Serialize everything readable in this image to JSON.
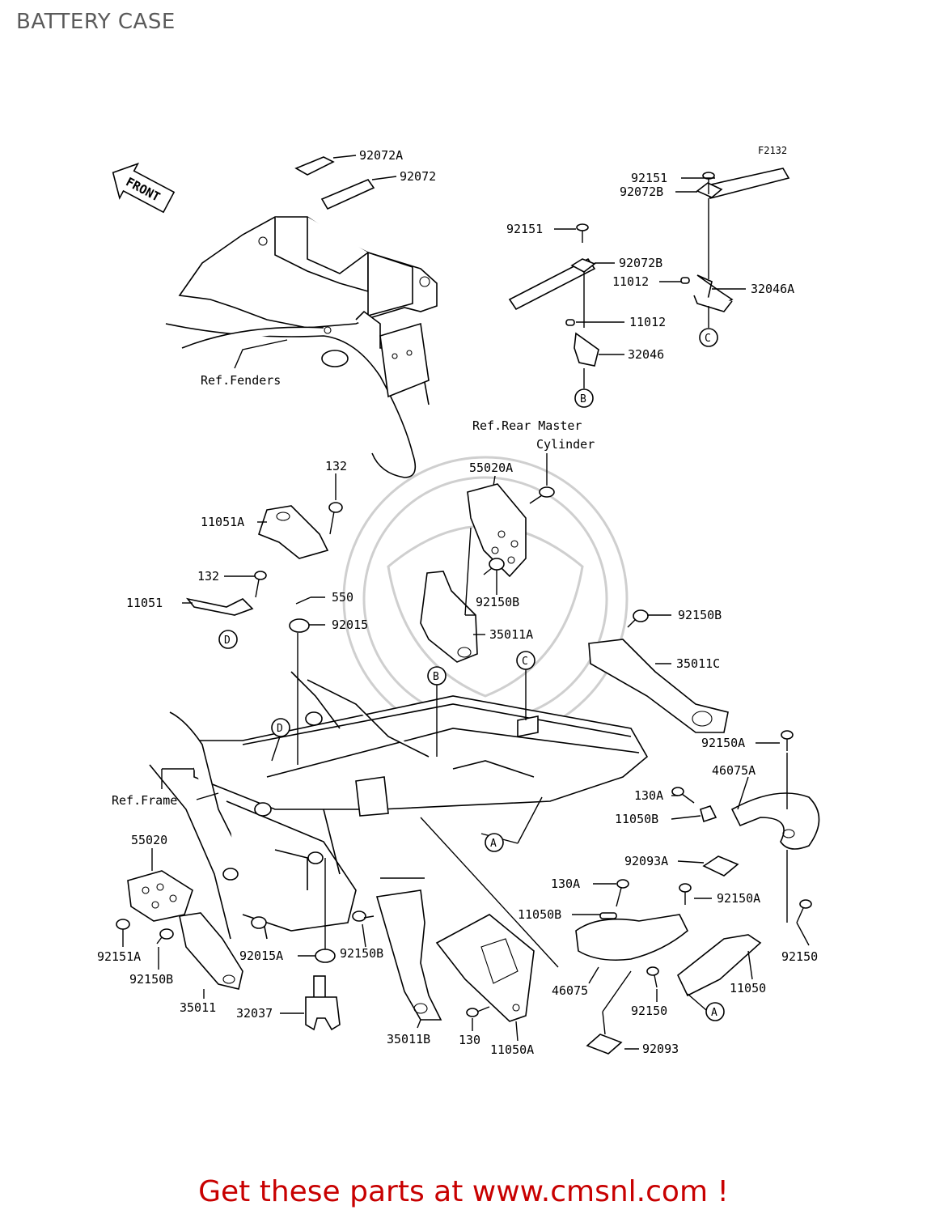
{
  "page_title": "BATTERY CASE",
  "figure_code": "F2132",
  "front_arrow_label": "FRONT",
  "footer_text": "Get these parts at www.cmsnl.com !",
  "ref_labels": {
    "fenders": "Ref.Fenders",
    "rear_master_1": "Ref.Rear Master",
    "rear_master_2": "Cylinder",
    "frame": "Ref.Frame"
  },
  "callouts": {
    "p92072A": "92072A",
    "p92072": "92072",
    "p92151_top": "92151",
    "p92072B_top": "92072B",
    "p92151_mid": "92151",
    "p92072B_mid": "92072B",
    "p11012_top": "11012",
    "p32046A": "32046A",
    "p11012_mid": "11012",
    "p32046": "32046",
    "p132_top": "132",
    "p55020A": "55020A",
    "p11051A": "11051A",
    "p132_mid": "132",
    "p11051": "11051",
    "p550": "550",
    "p92150B_a": "92150B",
    "p92015": "92015",
    "p35011A": "35011A",
    "p92150B_b": "92150B",
    "p35011C": "35011C",
    "p92150A_top": "92150A",
    "p46075A": "46075A",
    "p130A_top": "130A",
    "p11050B_top": "11050B",
    "p55020": "55020",
    "p92093A": "92093A",
    "p130A_mid": "130A",
    "p92150A_mid": "92150A",
    "p11050B_mid": "11050B",
    "p92151A": "92151A",
    "p92015A": "92015A",
    "p92150B_c": "92150B",
    "p92150B_d": "92150B",
    "p92150_right": "92150",
    "p35011": "35011",
    "p46075": "46075",
    "p11050": "11050",
    "p32037": "32037",
    "p92150_low": "92150",
    "p35011B": "35011B",
    "p130": "130",
    "p11050A": "11050A",
    "p92093": "92093"
  },
  "circle_markers": {
    "b_top": "B",
    "c_top": "C",
    "d_left": "D",
    "b_frame": "B",
    "c_frame": "C",
    "d_frame": "D",
    "a_frame": "A",
    "a_low": "A"
  }
}
